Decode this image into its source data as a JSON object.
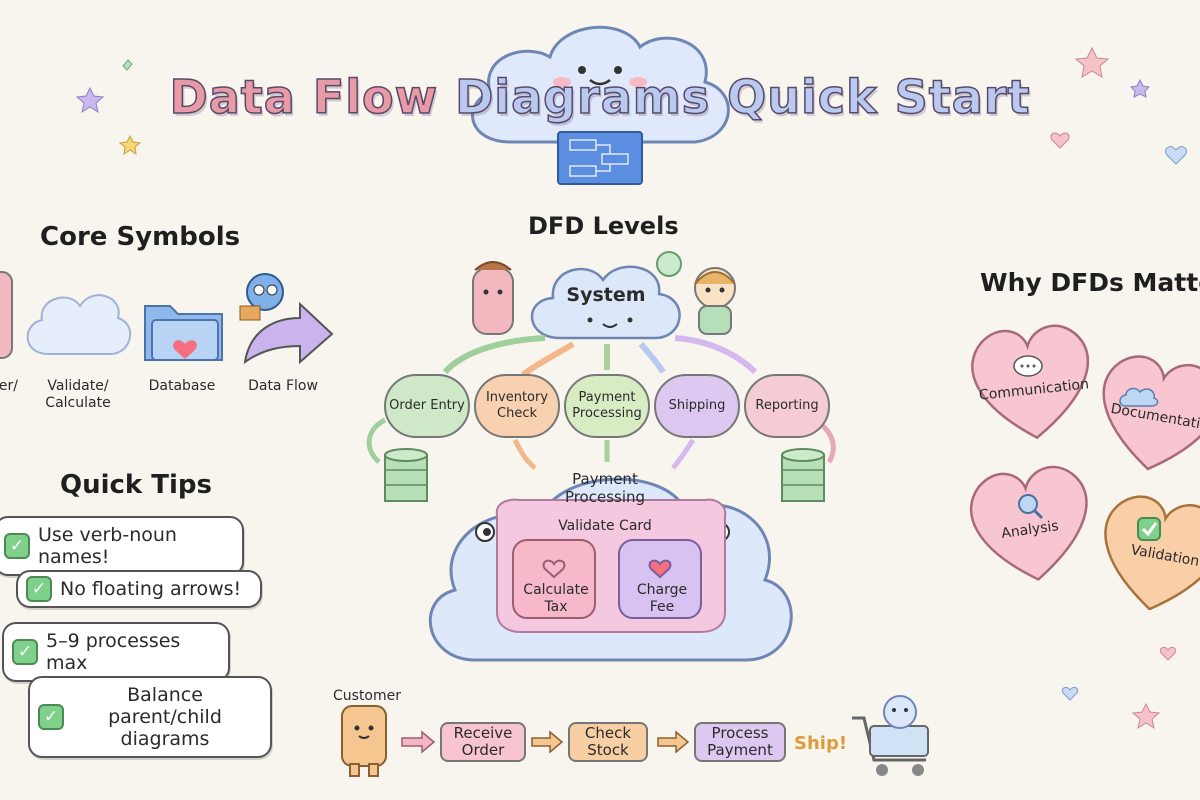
{
  "title": {
    "part1": "Data Flow",
    "part2": "Diagrams",
    "part3": "Quick Start"
  },
  "core_symbols": {
    "heading": "Core Symbols",
    "items": [
      {
        "label": "er/",
        "icon": "person-icon"
      },
      {
        "label": "Validate/ Calculate",
        "icon": "cloud-icon"
      },
      {
        "label": "Database",
        "icon": "folder-icon"
      },
      {
        "label": "Data Flow",
        "icon": "arrow-icon"
      }
    ]
  },
  "quick_tips": {
    "heading": "Quick Tips",
    "items": [
      "Use verb-noun names!",
      "No floating arrows!",
      "5–9 processes max",
      "Balance parent/child diagrams"
    ]
  },
  "dfd_levels": {
    "heading": "DFD Levels",
    "system": "System",
    "processes": [
      {
        "label": "Order Entry",
        "color": "#cfe8c8"
      },
      {
        "label": "Inventory Check",
        "color": "#f8d2b0"
      },
      {
        "label": "Payment Processing",
        "color": "#d8ecc4"
      },
      {
        "label": "Shipping",
        "color": "#dcc8f0"
      },
      {
        "label": "Reporting",
        "color": "#f6ccd4"
      }
    ],
    "detail": {
      "title": "Payment Processing",
      "sub": "Validate Card",
      "children": [
        "Calculate Tax",
        "Charge Fee"
      ]
    }
  },
  "why": {
    "heading": "Why DFDs Matter",
    "items": [
      {
        "label": "Communication",
        "color": "#f7c6d0",
        "icon": "speech-bubble-icon"
      },
      {
        "label": "Documentation",
        "color": "#f7c6d0",
        "icon": "cloud-icon"
      },
      {
        "label": "Analysis",
        "color": "#f7c6d0",
        "icon": "magnifier-icon"
      },
      {
        "label": "Validation",
        "color": "#f9cfa8",
        "icon": "check-icon"
      }
    ]
  },
  "flow": {
    "actor": "Customer",
    "steps": [
      "Receive Order",
      "Check Stock",
      "Process Payment"
    ],
    "end": "Ship!"
  }
}
